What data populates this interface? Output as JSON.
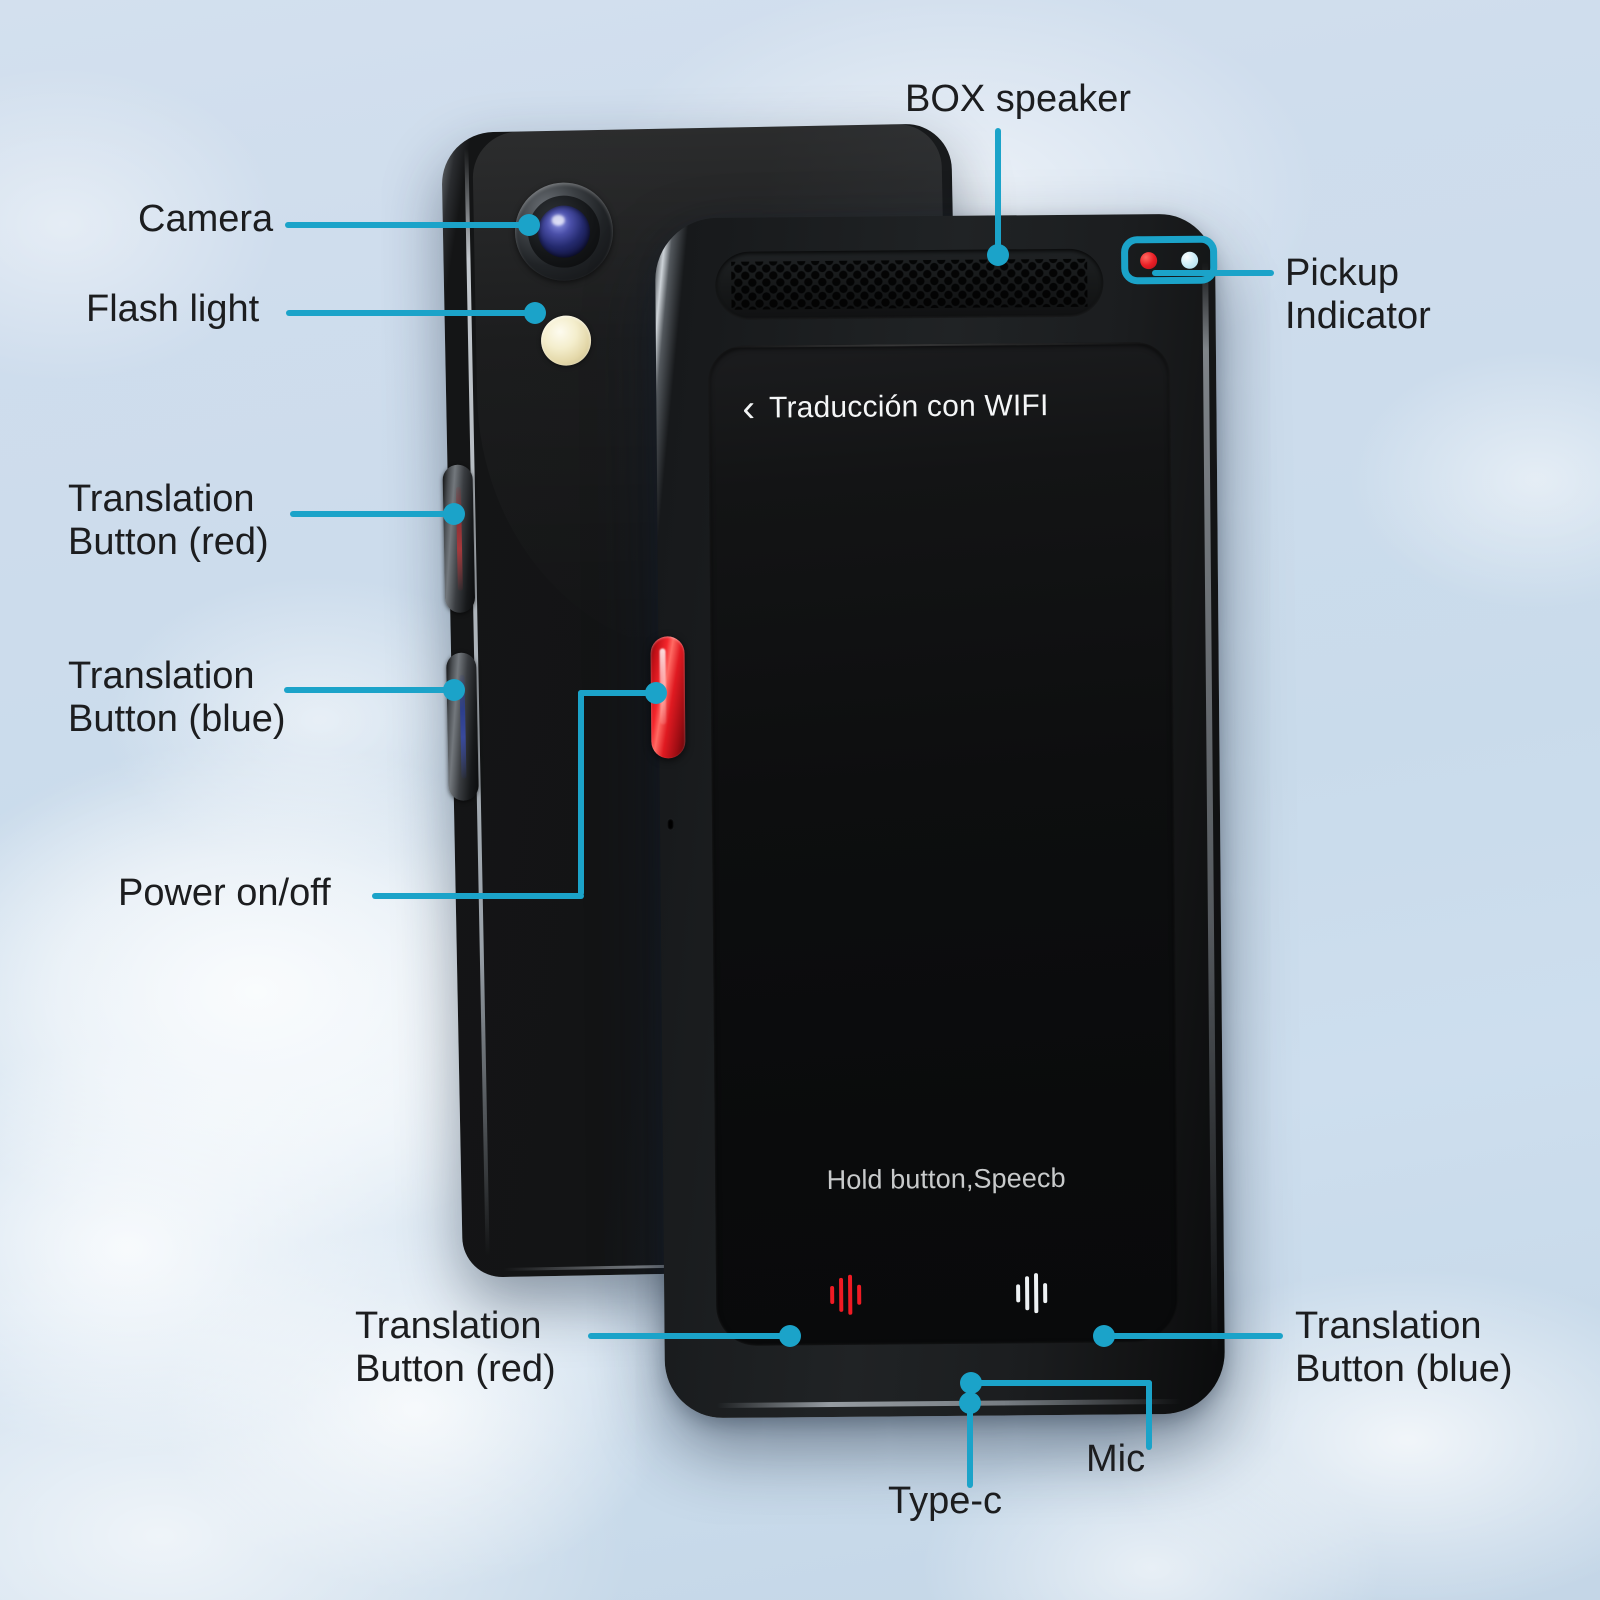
{
  "diagram": {
    "title": "Portable translator device feature callout diagram",
    "accent_color": "#1ba3c9",
    "label_color": "#1c1d1f",
    "background": "blue sky with white clouds"
  },
  "callouts": {
    "camera": "Camera",
    "flash_light": "Flash light",
    "translation_button_red_side": "Translation\nButton (red)",
    "translation_button_blue_side": "Translation\nButton (blue)",
    "power": "Power on/off",
    "box_speaker": "BOX  speaker",
    "pickup_indicator": "Pickup\nIndicator",
    "translation_button_red_screen": "Translation\nButton (red)",
    "translation_button_blue_screen": "Translation\nButton (blue)",
    "type_c": "Type-c",
    "mic": "Mic"
  },
  "screen": {
    "back_icon": "‹",
    "title": "Traducción con WIFI",
    "hint": "Hold button,Speecb"
  },
  "indicators": {
    "led_red_color": "#ea1f26",
    "led_cyan_color": "#cdeef8"
  },
  "hardware": {
    "power_button_color": "#e01a21",
    "side_button_red_accent": "#a5393c",
    "side_button_blue_accent": "#38499c",
    "wave_red_color": "#f01b24",
    "wave_blue_color": "#eef2f4"
  }
}
